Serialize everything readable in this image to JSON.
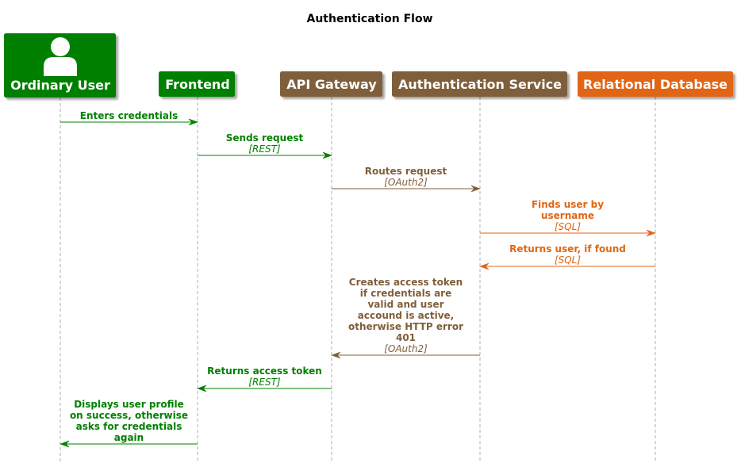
{
  "title": "Authentication Flow",
  "colors": {
    "person": "#008000",
    "internal": "#7f5f3a",
    "database": "#e06614",
    "lifeline": "#b0b0b0"
  },
  "participants": [
    {
      "id": "user",
      "label": "Ordinary User",
      "kind": "person",
      "icon": "person-icon"
    },
    {
      "id": "frontend",
      "label": "Frontend",
      "kind": "person"
    },
    {
      "id": "gateway",
      "label": "API Gateway",
      "kind": "internal"
    },
    {
      "id": "auth",
      "label": "Authentication Service",
      "kind": "internal"
    },
    {
      "id": "db",
      "label": "Relational Database",
      "kind": "database"
    }
  ],
  "messages": [
    {
      "from": "user",
      "to": "frontend",
      "lines": [
        "Enters credentials"
      ],
      "tech": "",
      "color": "person"
    },
    {
      "from": "frontend",
      "to": "gateway",
      "lines": [
        "Sends request"
      ],
      "tech": "[REST]",
      "color": "person"
    },
    {
      "from": "gateway",
      "to": "auth",
      "lines": [
        "Routes request"
      ],
      "tech": "[OAuth2]",
      "color": "internal"
    },
    {
      "from": "auth",
      "to": "db",
      "lines": [
        "Finds user by",
        "username"
      ],
      "tech": "[SQL]",
      "color": "database"
    },
    {
      "from": "db",
      "to": "auth",
      "lines": [
        "Returns user, if found"
      ],
      "tech": "[SQL]",
      "color": "database"
    },
    {
      "from": "auth",
      "to": "gateway",
      "lines": [
        "Creates access token",
        "if credentials are",
        "valid and user",
        "accound is active,",
        "otherwise HTTP error",
        "401"
      ],
      "tech": "[OAuth2]",
      "color": "internal"
    },
    {
      "from": "gateway",
      "to": "frontend",
      "lines": [
        "Returns access token"
      ],
      "tech": "[REST]",
      "color": "person"
    },
    {
      "from": "frontend",
      "to": "user",
      "lines": [
        "Displays user profile",
        "on success, otherwise",
        "asks for credentials",
        "again"
      ],
      "tech": "",
      "color": "person"
    }
  ]
}
